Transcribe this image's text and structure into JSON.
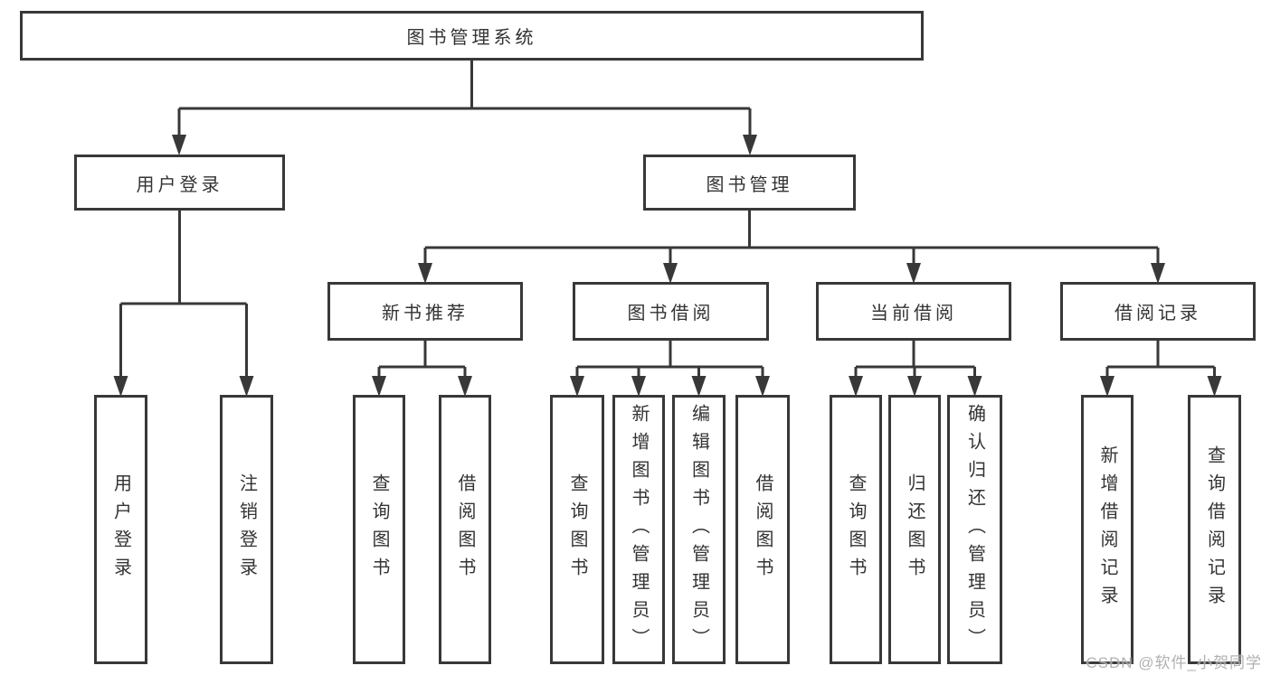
{
  "diagram_title": "图书管理系统",
  "colors": {
    "line": "#383838",
    "box_border": "#383838",
    "text": "#333333",
    "watermark": "#a9a9a9",
    "background": "#ffffff"
  },
  "watermark": {
    "text": "CSDN @软件_小贺同学"
  },
  "tree": {
    "root": {
      "label": "图书管理系统",
      "children": [
        {
          "label": "用户登录",
          "children": [
            {
              "label": "用户登录"
            },
            {
              "label": "注销登录"
            }
          ]
        },
        {
          "label": "图书管理",
          "children": [
            {
              "label": "新书推荐",
              "children": [
                {
                  "label": "查询图书"
                },
                {
                  "label": "借阅图书"
                }
              ]
            },
            {
              "label": "图书借阅",
              "children": [
                {
                  "label": "查询图书"
                },
                {
                  "label": "新增图书（管理员）"
                },
                {
                  "label": "编辑图书（管理员）"
                },
                {
                  "label": "借阅图书"
                }
              ]
            },
            {
              "label": "当前借阅",
              "children": [
                {
                  "label": "查询图书"
                },
                {
                  "label": "归还图书"
                },
                {
                  "label": "确认归还（管理员）"
                }
              ]
            },
            {
              "label": "借阅记录",
              "children": [
                {
                  "label": "新增借阅记录"
                },
                {
                  "label": "查询借阅记录"
                }
              ]
            }
          ]
        }
      ]
    }
  }
}
